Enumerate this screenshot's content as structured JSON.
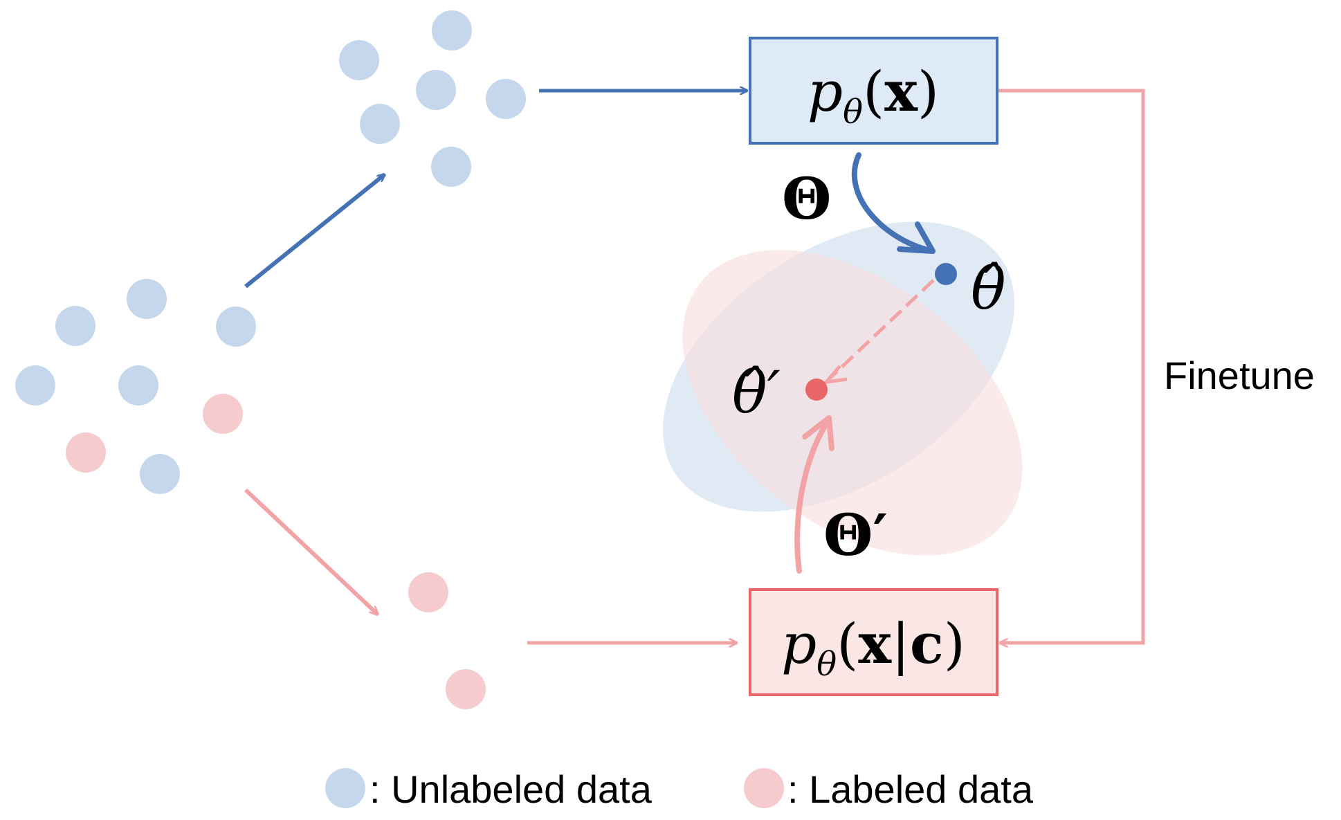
{
  "colors": {
    "unlabeled": "#c5d7ec",
    "labeled": "#f6cbcd",
    "blue": "#4472b4",
    "red": "#e96668",
    "pink": "#f2a3a5",
    "blue_box_fill": "#deebf6",
    "red_box_fill": "#fbe6e6",
    "blue_ellipse": "#dae6f3",
    "red_ellipse": "#f9dede"
  },
  "model_top": {
    "p": "p",
    "theta": "θ",
    "open": "(",
    "x": "x",
    "close": ")"
  },
  "model_bottom": {
    "p": "p",
    "theta": "θ",
    "open": "(",
    "x": "x",
    "bar": "|",
    "c": "c",
    "close": ")"
  },
  "labels": {
    "Theta": "Θ",
    "Theta_prime": "Θ′",
    "theta_hat": "θ̂",
    "theta_hat_prime": "θ̂′",
    "finetune": "Finetune"
  },
  "legend": {
    "unlabeled": ": Unlabeled data",
    "labeled": ": Labeled data"
  }
}
